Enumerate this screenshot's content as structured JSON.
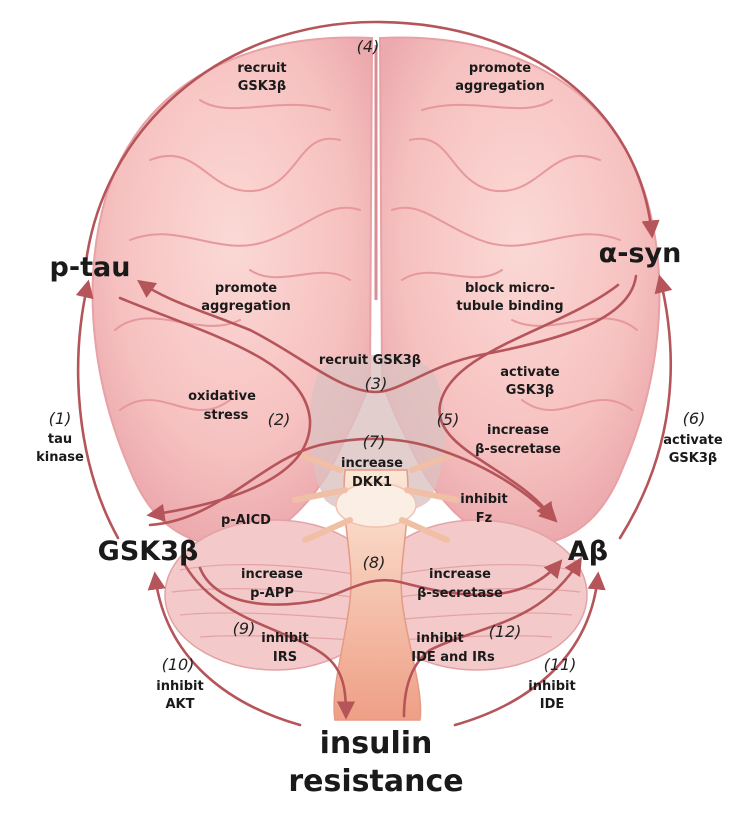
{
  "nodes": {
    "ptau": "p-tau",
    "asyn": "α-syn",
    "gsk": "GSK3β",
    "abeta": "Aβ",
    "insulin_1": "insulin",
    "insulin_2": "resistance"
  },
  "labels": {
    "n4": "(4)",
    "recruit_gsk_1": "recruit",
    "recruit_gsk_2": "GSK3β",
    "promote_agg_top_1": "promote",
    "promote_agg_top_2": "aggregation",
    "promote_agg_mid_1": "promote",
    "promote_agg_mid_2": "aggregation",
    "block_1": "block micro-",
    "block_2": "tubule binding",
    "recruit_mid": "recruit GSK3β",
    "n3": "(3)",
    "oxidative_1": "oxidative",
    "oxidative_2": "stress",
    "n2": "(2)",
    "activate_gsk_mid_1": "activate",
    "activate_gsk_mid_2": "GSK3β",
    "n5": "(5)",
    "increase_bsec_mid_1": "increase",
    "increase_bsec_mid_2": "β-secretase",
    "n1": "(1)",
    "tau_1": "tau",
    "tau_2": "kinase",
    "n6": "(6)",
    "activate_gsk_right_1": "activate",
    "activate_gsk_right_2": "GSK3β",
    "n7": "(7)",
    "increase_dkk_1": "increase",
    "increase_dkk_2": "DKK1",
    "inhibit_fz_1": "inhibit",
    "inhibit_fz_2": "Fz",
    "paicd": "p-AICD",
    "n8": "(8)",
    "increase_papp_1": "increase",
    "increase_papp_2": "p-APP",
    "increase_bsec_low_1": "increase",
    "increase_bsec_low_2": "β-secretase",
    "n9": "(9)",
    "inhibit_irs_1": "inhibit",
    "inhibit_irs_2": "IRS",
    "inhibit_ide_irs_1": "inhibit",
    "inhibit_ide_irs_2": "IDE and IRs",
    "n12": "(12)",
    "n10": "(10)",
    "inhibit_akt_1": "inhibit",
    "inhibit_akt_2": "AKT",
    "n11": "(11)",
    "inhibit_ide_1": "inhibit",
    "inhibit_ide_2": "IDE"
  },
  "colors": {
    "arrow": "#b5555a",
    "brain_fill": "#f7c6c6",
    "brain_dark": "#e59b9f",
    "stem_fill": "#f2a98f",
    "text": "#1a1a1a"
  }
}
